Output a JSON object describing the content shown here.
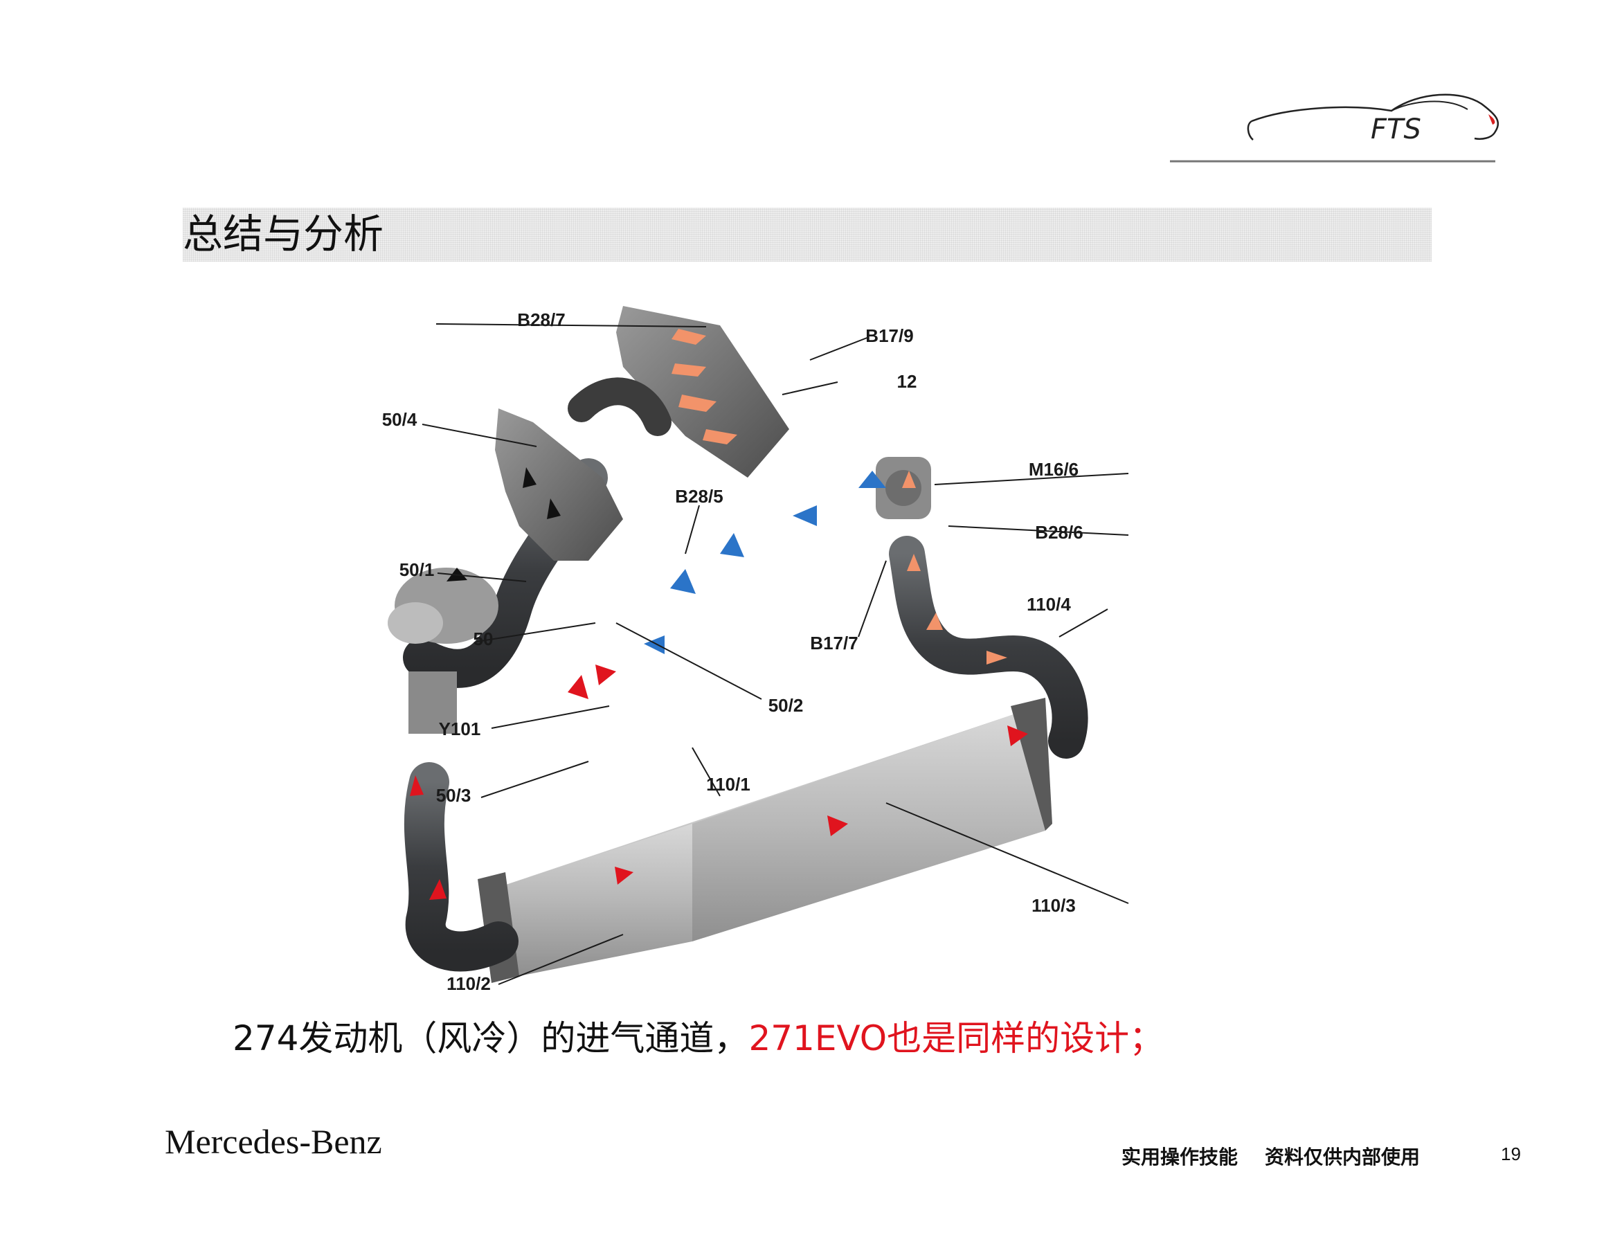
{
  "header": {
    "logo_text": "FTS"
  },
  "title": "总结与分析",
  "diagram": {
    "callouts": [
      "B28/7",
      "B17/9",
      "12",
      "50/4",
      "M16/6",
      "B28/5",
      "B28/6",
      "50/1",
      "110/4",
      "50",
      "B17/7",
      "50/2",
      "Y101",
      "50/3",
      "110/1",
      "110/3",
      "110/2"
    ]
  },
  "caption": {
    "black": "274发动机（风冷）的进气通道，",
    "red": "271EVO也是同样的设计；"
  },
  "footer": {
    "brand": "Mercedes-Benz",
    "note": "实用操作技能    资料仅供内部使用",
    "page": "19"
  },
  "colors": {
    "accent_red": "#e0141e",
    "arrow_blue": "#2b74c8",
    "arrow_orange": "#f2936a"
  }
}
